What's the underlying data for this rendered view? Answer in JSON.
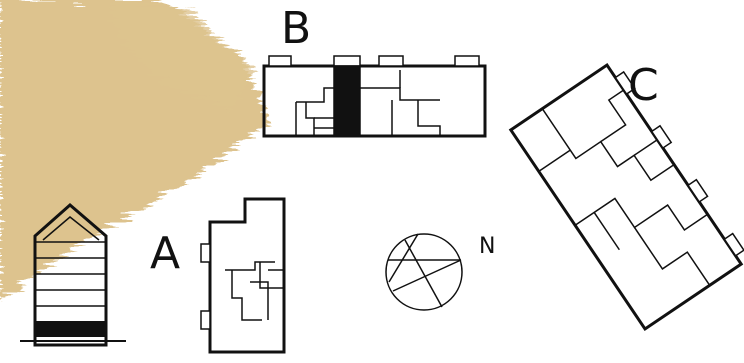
{
  "labels": {
    "a": "A",
    "b": "B",
    "c": "C",
    "north": "N"
  },
  "colors": {
    "ink": "#111111",
    "wash": "#dcc089",
    "background": "#ffffff"
  }
}
